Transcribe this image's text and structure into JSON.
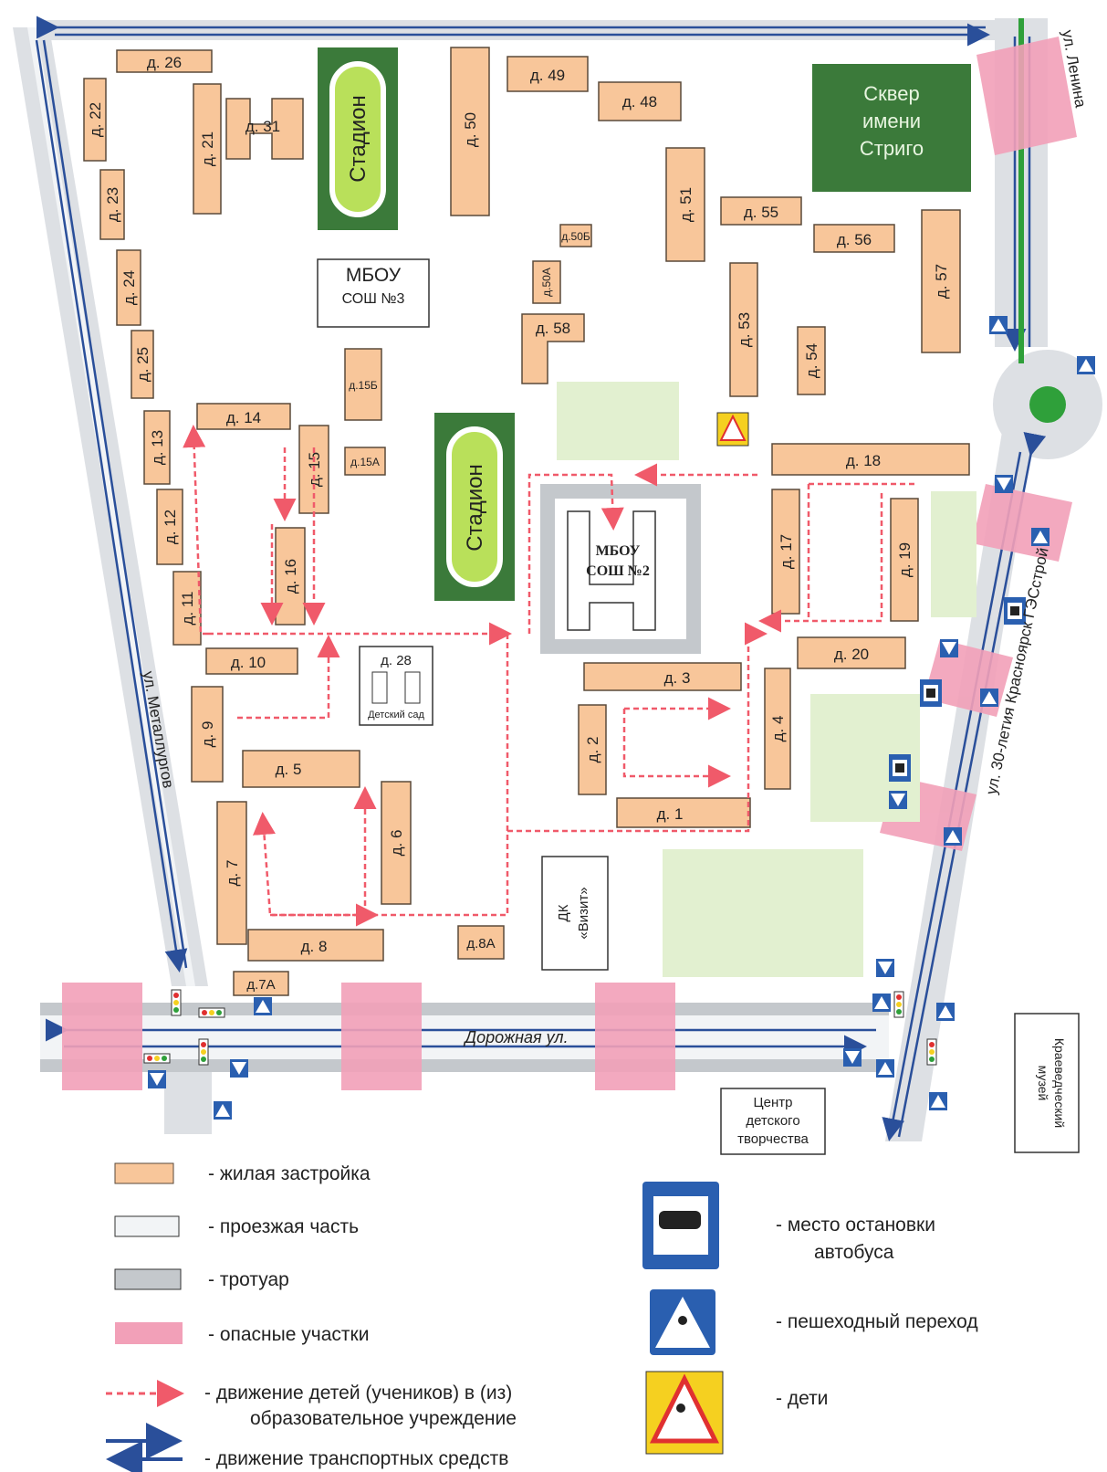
{
  "streets": {
    "lenina": "ул. Ленина",
    "metallurgov": "ул. Металлургов",
    "dorozhnaya": "Дорожная ул.",
    "krasnoyarsk": "ул. 30-летия Красноярск ГЭСстрой"
  },
  "institutions": {
    "school3_line1": "МБОУ",
    "school3_line2": "СОШ №3",
    "school2_line1": "МБОУ",
    "school2_line2": "СОШ №2",
    "stadium": "Стадион",
    "park_line1": "Сквер",
    "park_line2": "имени",
    "park_line3": "Стриго",
    "dk_line1": "ДК",
    "dk_line2": "«Визит»",
    "kindergarten_num": "д. 28",
    "kindergarten": "Детский сад",
    "center_line1": "Центр",
    "center_line2": "детского",
    "center_line3": "творчества",
    "museum_line1": "Краеведческий",
    "museum_line2": "музей"
  },
  "buildings": {
    "b26": "д. 26",
    "b22": "д. 22",
    "b23": "д. 23",
    "b24": "д. 24",
    "b25": "д. 25",
    "b21": "д. 21",
    "b31": "д. 31",
    "b50": "д. 50",
    "b49": "д. 49",
    "b48": "д. 48",
    "b51": "д. 51",
    "b55": "д. 55",
    "b56": "д. 56",
    "b57": "д. 57",
    "b50b": "д.50Б",
    "b50a": "д.50А",
    "b58": "д. 58",
    "b53": "д. 53",
    "b54": "д. 54",
    "b15b": "д.15Б",
    "b15a": "д.15А",
    "b14": "д. 14",
    "b13": "д. 13",
    "b12": "д. 12",
    "b15": "д. 15",
    "b16": "д. 16",
    "b11": "д. 11",
    "b10": "д. 10",
    "b18": "д. 18",
    "b17": "д. 17",
    "b19": "д. 19",
    "b20": "д. 20",
    "b3": "д. 3",
    "b2": "д. 2",
    "b4": "д. 4",
    "b1": "д. 1",
    "b9": "д. 9",
    "b5": "д. 5",
    "b7": "д. 7",
    "b6": "д. 6",
    "b8": "д. 8",
    "b8a": "д.8А",
    "b7a": "д.7А"
  },
  "legend": {
    "residential": "- жилая застройка",
    "roadway": "- проезжая часть",
    "sidewalk": "- тротуар",
    "danger": "- опасные участки",
    "children_move_1": "- движение детей (учеников) в (из)",
    "children_move_2": "образовательное учреждение",
    "vehicles": "- движение транспортных средств",
    "bus_stop_1": "- место остановки",
    "bus_stop_2": "автобуса",
    "crossing": "- пешеходный переход",
    "children": "- дети"
  },
  "colors": {
    "building": "#f8c69a",
    "danger": "#f2a0b8",
    "sidewalk": "#c4c8cc",
    "park": "#3b7a3a",
    "stadium_ring": "#b9e05a",
    "route": "#f05a6a",
    "traffic": "#2a4f9a",
    "light_green": "#e2f0d0"
  }
}
